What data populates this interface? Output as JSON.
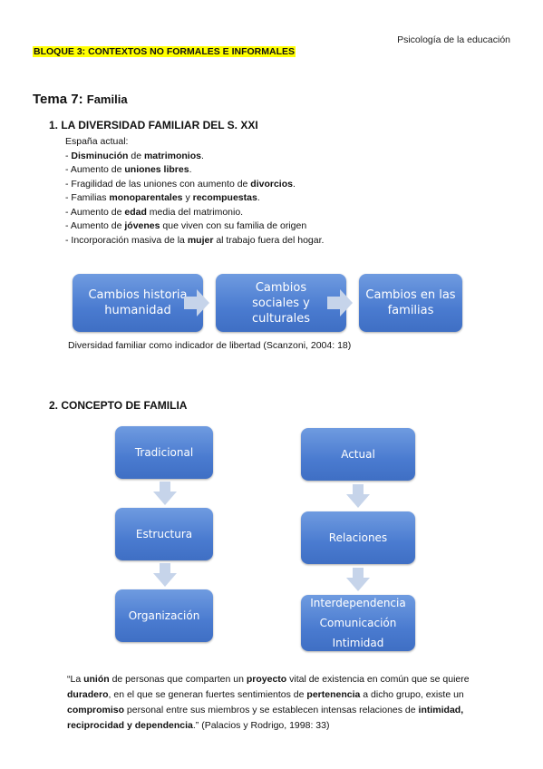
{
  "header": {
    "subject": "Psicología de la educación"
  },
  "bloque": "BLOQUE 3: CONTEXTOS NO FORMALES E INFORMALES",
  "tema": {
    "label": "Tema 7:",
    "title": "Familia"
  },
  "section1": {
    "title": "1.  LA DIVERSIDAD FAMILIAR DEL S. XXI",
    "intro": "España actual:",
    "items": [
      [
        {
          "t": "- "
        },
        {
          "t": "Disminución",
          "b": true
        },
        {
          "t": " de "
        },
        {
          "t": "matrimonios",
          "b": true
        },
        {
          "t": "."
        }
      ],
      [
        {
          "t": "- Aumento de "
        },
        {
          "t": "uniones libres",
          "b": true
        },
        {
          "t": "."
        }
      ],
      [
        {
          "t": "- Fragilidad de las uniones con aumento de "
        },
        {
          "t": "divorcios",
          "b": true
        },
        {
          "t": "."
        }
      ],
      [
        {
          "t": "- Familias "
        },
        {
          "t": "monoparentales",
          "b": true
        },
        {
          "t": " y "
        },
        {
          "t": "recompuestas",
          "b": true
        },
        {
          "t": "."
        }
      ],
      [
        {
          "t": "- Aumento de "
        },
        {
          "t": "edad",
          "b": true
        },
        {
          "t": " media del matrimonio."
        }
      ],
      [
        {
          "t": "- Aumento de "
        },
        {
          "t": "jóvenes",
          "b": true
        },
        {
          "t": " que viven con su familia de origen"
        }
      ],
      [
        {
          "t": "- Incorporación masiva de la "
        },
        {
          "t": "mujer",
          "b": true
        },
        {
          "t": " al trabajo fuera del hogar."
        }
      ]
    ],
    "flow": [
      "Cambios historia humanidad",
      "Cambios sociales y culturales",
      "Cambios en las familias"
    ],
    "caption": "Diversidad familiar como indicador de libertad (Scanzoni, 2004: 18)"
  },
  "section2": {
    "title": "2.  CONCEPTO DE FAMILIA",
    "left_flow": [
      "Tradicional",
      "Estructura",
      "Organización"
    ],
    "right_flow": [
      "Actual",
      "Relaciones"
    ],
    "right_last": [
      "Interdependencia",
      "Comunicación",
      "Intimidad"
    ],
    "quote": [
      {
        "t": "“La "
      },
      {
        "t": "unión",
        "b": true
      },
      {
        "t": " de personas que comparten un "
      },
      {
        "t": "proyecto",
        "b": true
      },
      {
        "t": " vital de existencia en común que se quiere "
      },
      {
        "t": "duradero",
        "b": true
      },
      {
        "t": ", en el que se generan fuertes sentimientos de "
      },
      {
        "t": "pertenencia",
        "b": true
      },
      {
        "t": " a dicho grupo, existe un "
      },
      {
        "t": "compromiso",
        "b": true
      },
      {
        "t": " personal entre sus miembros y se establecen intensas relaciones de "
      },
      {
        "t": "intimidad, reciprocidad y dependencia",
        "b": true
      },
      {
        "t": ".” (Palacios y Rodrigo, 1998: 33)"
      }
    ]
  },
  "colors": {
    "box_top": "#6f9be0",
    "box_bottom": "#3f6fc4",
    "arrow": "#c6d4ea",
    "highlight": "#ffff00"
  }
}
